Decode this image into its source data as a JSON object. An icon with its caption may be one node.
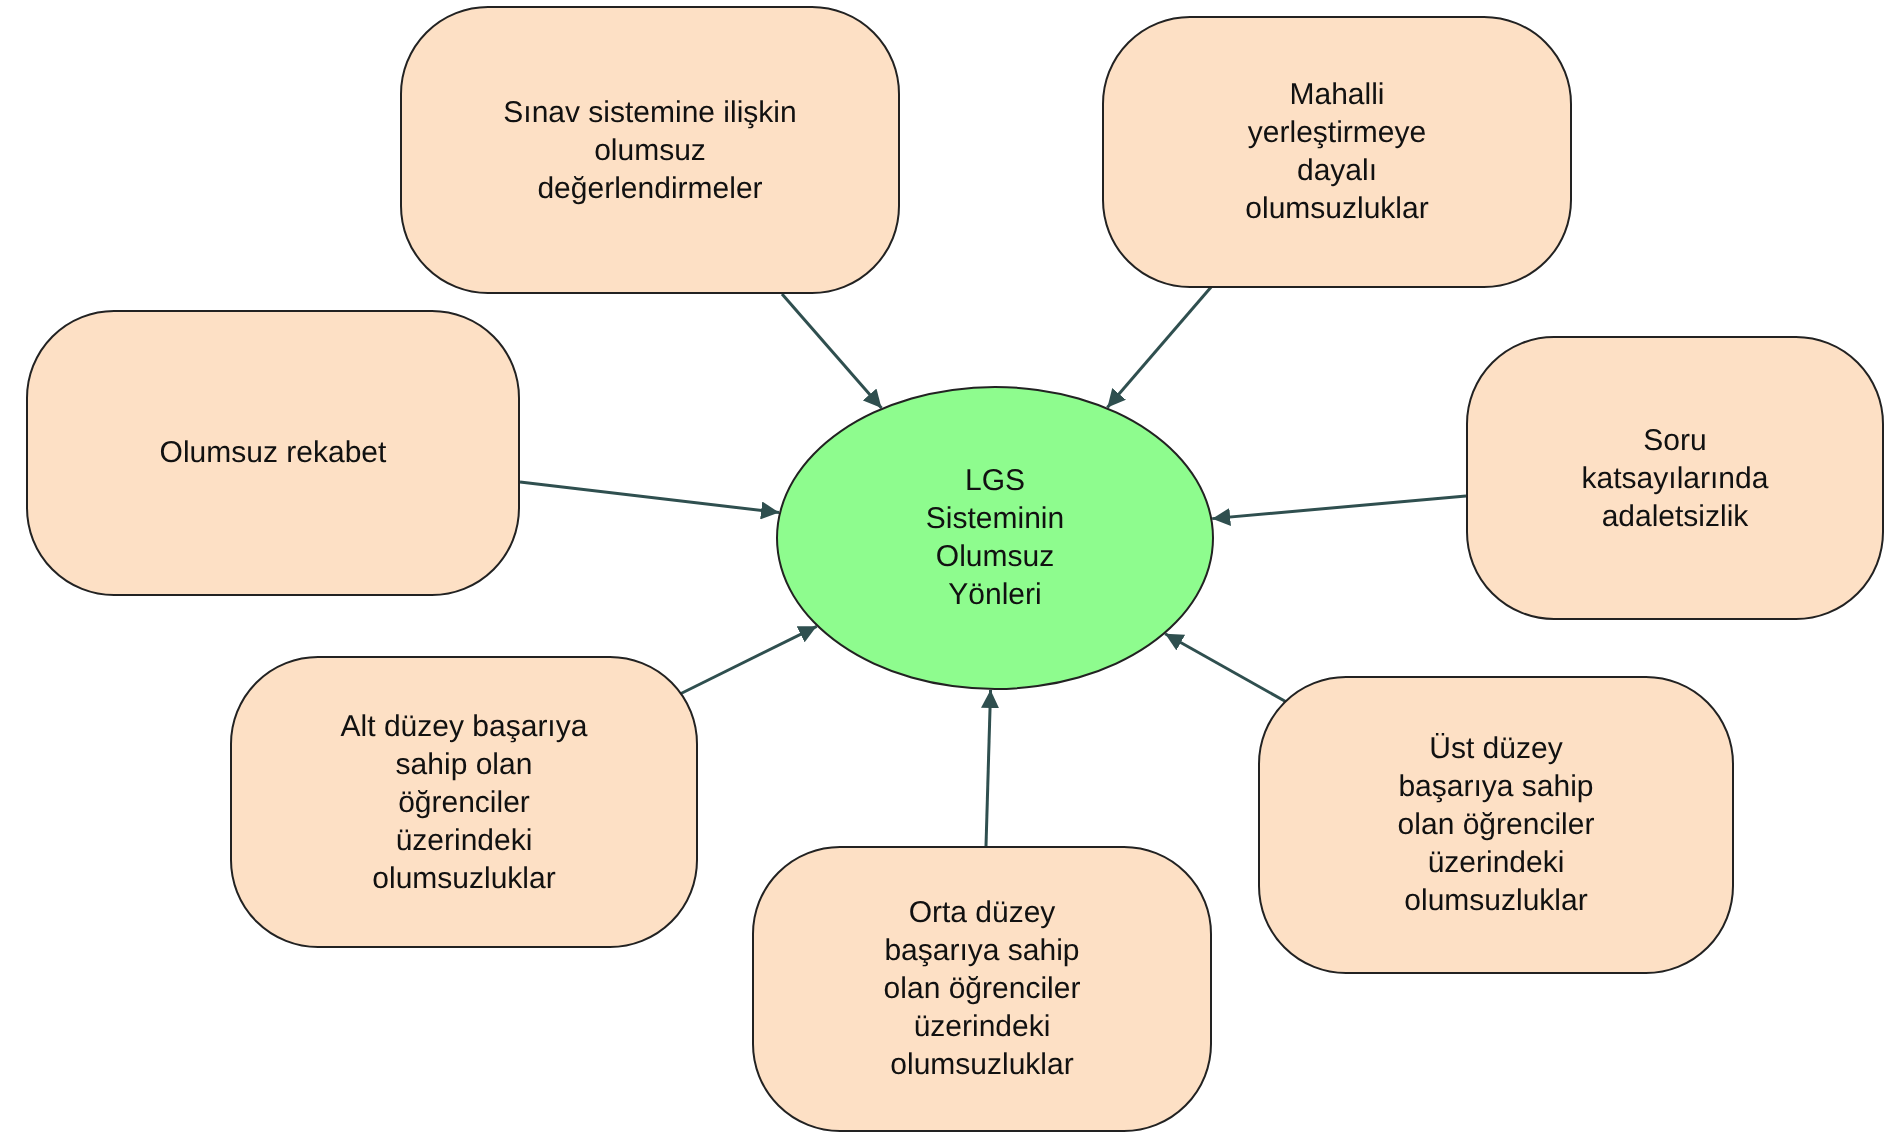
{
  "diagram": {
    "nodes": [
      {
        "text": [
          "Sınav sistemine ilişkin olumsuz değerlendirmeler"
        ]
      },
      {
        "text": [
          "Mahalli yerleştirmeye dayalı olumsuzluklar"
        ]
      },
      {
        "text": [
          "Olumsuz rekabet"
        ]
      },
      {
        "text": [
          "LGS Sisteminin Olumsuz Yönleri"
        ]
      },
      {
        "text": [
          "Soru katsayılarında adaletsizlik"
        ]
      },
      {
        "text": [
          "Alt düzey başarıya sahip olan öğrenciler üzerindeki olumsuzluklar"
        ]
      },
      {
        "text": [
          "Üst düzey başarıya sahip olan öğrenciler üzerindeki olumsuzluklar"
        ]
      },
      {
        "text": [
          "Orta düzey başarıya sahip olan öğrenciler üzerindeki olumsuzluklar"
        ]
      }
    ],
    "edges": [
      {
        "from": 0,
        "to": 3,
        "arrow": "to"
      },
      {
        "from": 1,
        "to": 3,
        "arrow": "to"
      },
      {
        "from": 2,
        "to": 3,
        "arrow": "to"
      },
      {
        "from": 4,
        "to": 3,
        "arrow": "to"
      },
      {
        "from": 5,
        "to": 3,
        "arrow": "to"
      },
      {
        "from": 6,
        "to": 3,
        "arrow": "to"
      },
      {
        "from": 7,
        "to": 3,
        "arrow": "to"
      }
    ]
  }
}
